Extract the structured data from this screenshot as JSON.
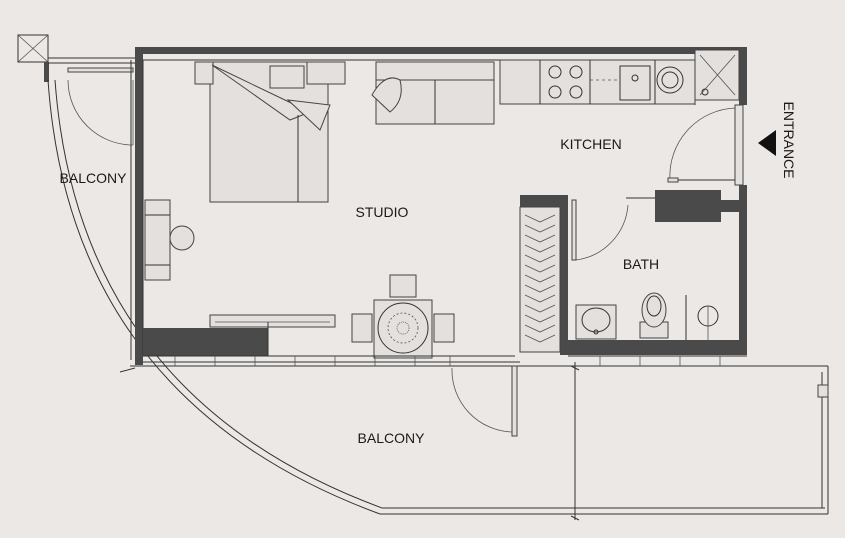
{
  "rooms": {
    "balcony_left": "BALCONY",
    "studio": "STUDIO",
    "kitchen": "KITCHEN",
    "bath": "BATH",
    "balcony_bottom": "BALCONY",
    "entrance": "ENTRANCE"
  },
  "colors": {
    "background": "#ece8e5",
    "wall": "#4a4a4a",
    "line": "#333333"
  }
}
